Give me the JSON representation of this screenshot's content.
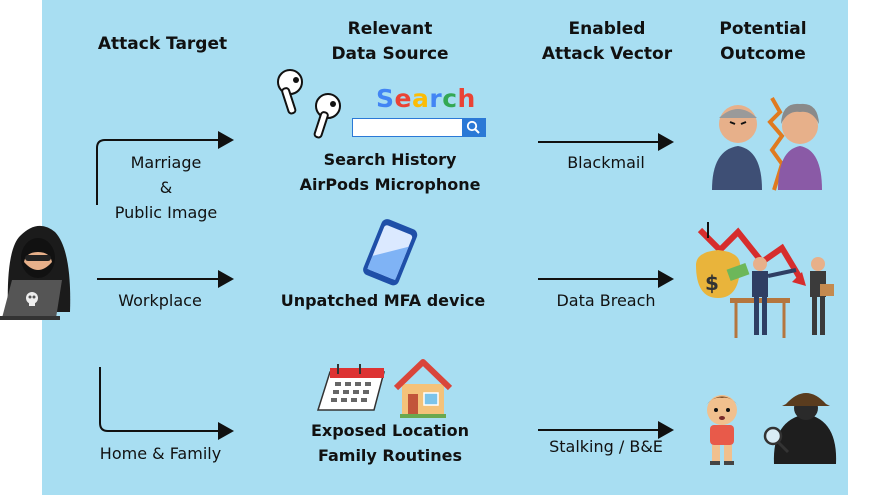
{
  "headers": {
    "attack_target": "Attack Target",
    "data_source_line1": "Relevant",
    "data_source_line2": "Data Source",
    "vector_line1": "Enabled",
    "vector_line2": "Attack Vector",
    "outcome_line1": "Potential",
    "outcome_line2": "Outcome"
  },
  "rows": [
    {
      "target_lines": [
        "Marriage",
        "&",
        "Public Image"
      ],
      "source_lines": [
        "Search History",
        "AirPods Microphone"
      ],
      "vector": "Blackmail"
    },
    {
      "target_lines": [
        "Workplace"
      ],
      "source_lines": [
        "Unpatched MFA device"
      ],
      "vector": "Data Breach"
    },
    {
      "target_lines": [
        "Home & Family"
      ],
      "source_lines": [
        "Exposed Location",
        "Family Routines"
      ],
      "vector": "Stalking / B&E"
    }
  ],
  "search_logo": {
    "letters": [
      "S",
      "e",
      "a",
      "r",
      "c",
      "h"
    ],
    "colors": [
      "#4285f4",
      "#ea4335",
      "#fbbc05",
      "#4285f4",
      "#34a853",
      "#ea4335"
    ]
  },
  "colors": {
    "background": "#a8def2",
    "arrow": "#111111",
    "search_blue": "#2b79d6"
  },
  "icons": [
    "hacker-icon",
    "airpods-icon",
    "search-bar-icon",
    "smartphone-icon",
    "calendar-icon",
    "house-icon",
    "arguing-couple-icon",
    "financial-loss-icon",
    "child-icon",
    "stalker-icon"
  ]
}
